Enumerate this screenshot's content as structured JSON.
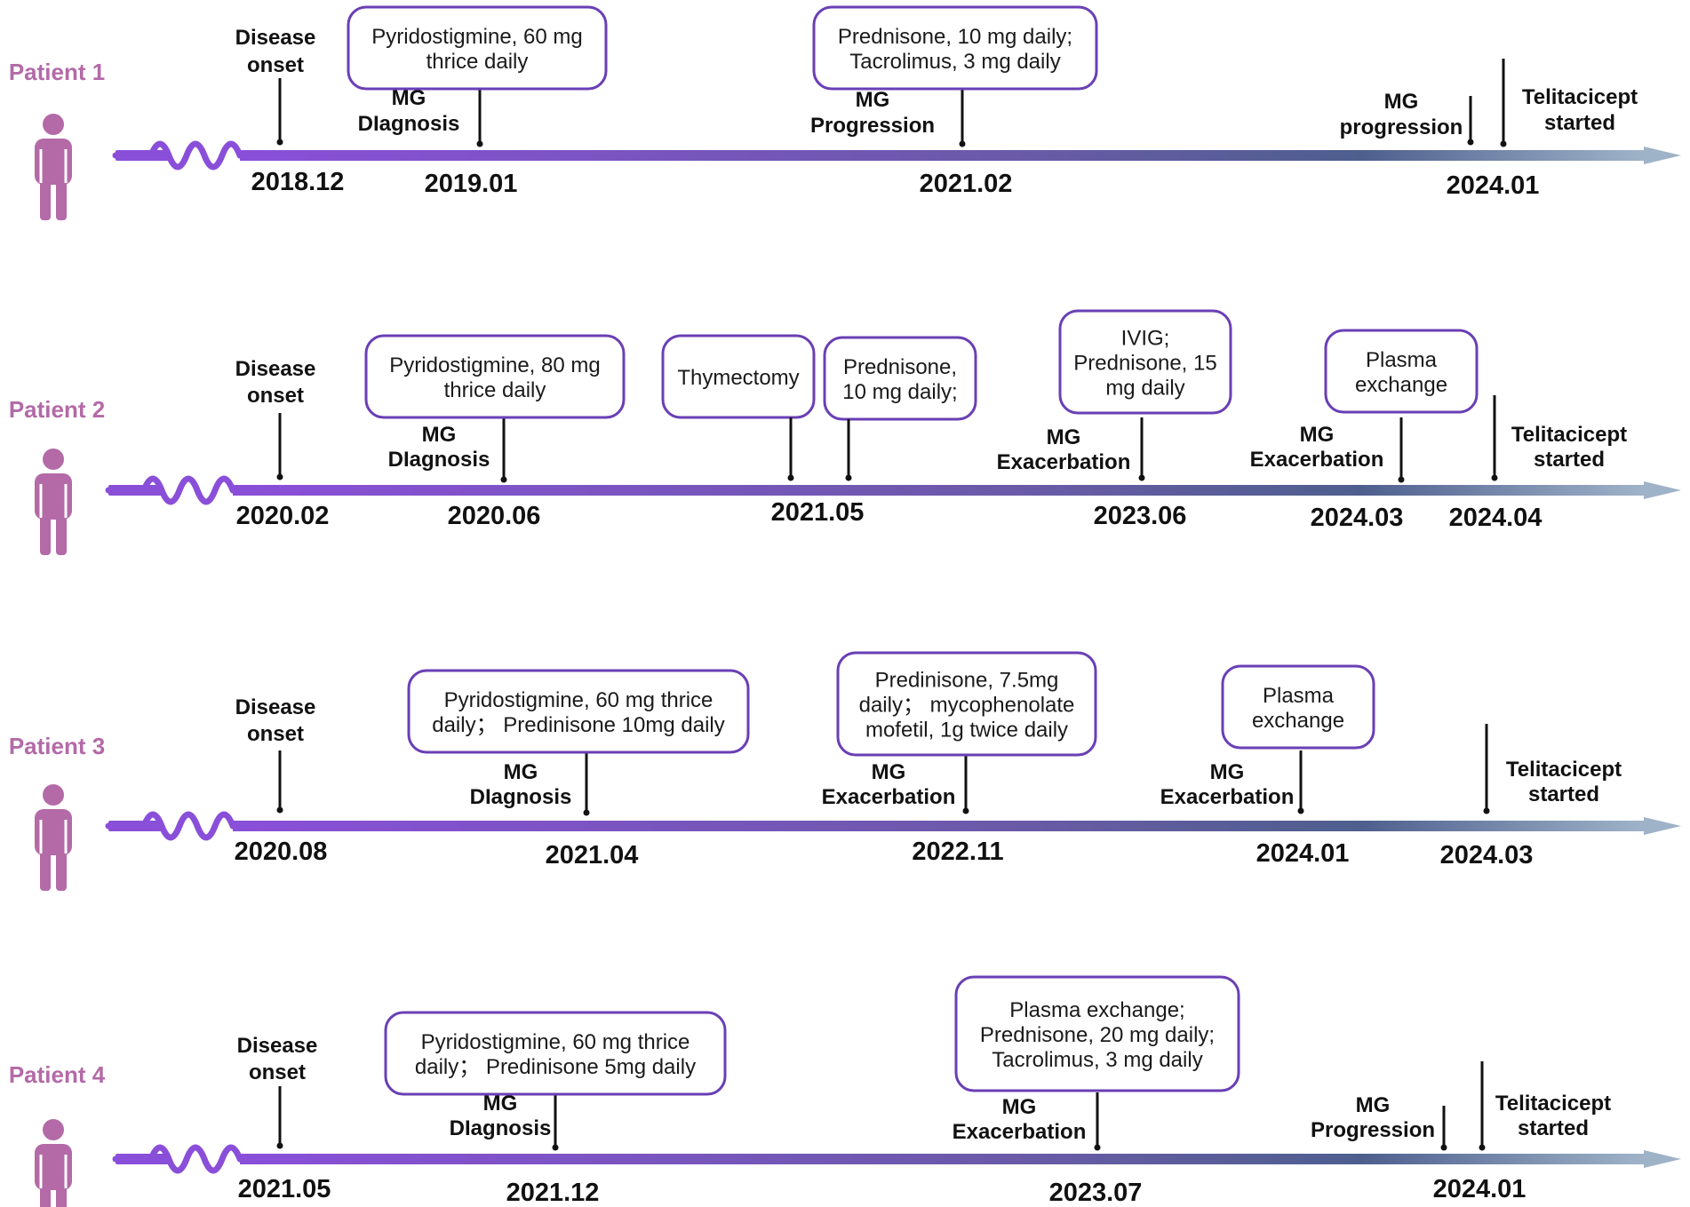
{
  "colors": {
    "bar_start": "#8a4fd9",
    "bar_end": "#9fb3c8",
    "box_border": "#6a3fb5",
    "patient": "#b36aa7"
  },
  "icons": [
    "person-icon",
    "wavy-line-icon",
    "arrow-head-icon"
  ],
  "patients": [
    {
      "label": "Patient 1",
      "dates": [
        "2018.12",
        "2019.01",
        "2021.02",
        "2024.01"
      ],
      "events": [
        [
          "Disease",
          "onset"
        ],
        [
          "MG",
          "DIagnosis"
        ],
        [
          "MG",
          "Progression"
        ],
        [
          "MG",
          "progression"
        ],
        [
          "Telitacicept",
          "started"
        ]
      ],
      "boxes": [
        [
          "Pyridostigmine,  60 mg",
          "thrice daily"
        ],
        [
          "Prednisone, 10 mg daily;",
          "Tacrolimus, 3 mg daily"
        ]
      ]
    },
    {
      "label": "Patient 2",
      "dates": [
        "2020.02",
        "2020.06",
        "2021.05",
        "2023.06",
        "2024.03",
        "2024.04"
      ],
      "events": [
        [
          "Disease",
          "onset"
        ],
        [
          "MG",
          "DIagnosis"
        ],
        [
          "MG",
          "Exacerbation"
        ],
        [
          "MG",
          "Exacerbation"
        ],
        [
          "Telitacicept",
          "started"
        ]
      ],
      "boxes": [
        [
          "Pyridostigmine,  80 mg",
          "thrice daily"
        ],
        [
          "Thymectomy"
        ],
        [
          "Prednisone,",
          "10 mg daily;"
        ],
        [
          "IVIG;",
          "Prednisone, 15",
          "mg daily"
        ],
        [
          "Plasma",
          "exchange"
        ]
      ]
    },
    {
      "label": "Patient 3",
      "dates": [
        "2020.08",
        "2021.04",
        "2022.11",
        "2024.01",
        "2024.03"
      ],
      "events": [
        [
          "Disease",
          "onset"
        ],
        [
          "MG",
          "DIagnosis"
        ],
        [
          "MG",
          "Exacerbation"
        ],
        [
          "MG",
          "Exacerbation"
        ],
        [
          "Telitacicept",
          "started"
        ]
      ],
      "boxes": [
        [
          "Pyridostigmine,  60 mg thrice",
          "daily；  Predinisone 10mg daily"
        ],
        [
          "Predinisone, 7.5mg",
          "daily；  mycophenolate",
          "mofetil, 1g twice daily"
        ],
        [
          "Plasma",
          "exchange"
        ]
      ]
    },
    {
      "label": "Patient 4",
      "dates": [
        "2021.05",
        "2021.12",
        "2023.07",
        "2024.01"
      ],
      "events": [
        [
          "Disease",
          "onset"
        ],
        [
          "MG",
          "DIagnosis"
        ],
        [
          "MG",
          "Exacerbation"
        ],
        [
          "MG",
          "Progression"
        ],
        [
          "Telitacicept",
          "started"
        ]
      ],
      "boxes": [
        [
          "Pyridostigmine,  60 mg thrice",
          "daily；  Predinisone 5mg daily"
        ],
        [
          "Plasma exchange;",
          "Prednisone, 20 mg daily;",
          "Tacrolimus, 3 mg daily"
        ]
      ]
    }
  ]
}
